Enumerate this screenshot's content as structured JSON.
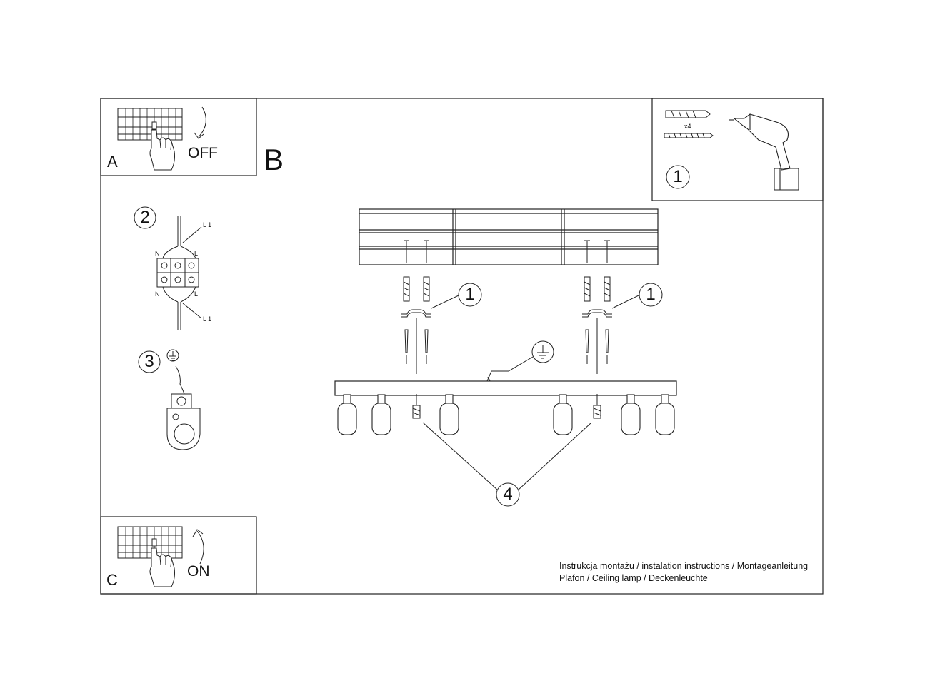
{
  "panels": {
    "a": {
      "letter": "A",
      "switch_label": "OFF"
    },
    "c": {
      "letter": "C",
      "switch_label": "ON"
    },
    "b": {
      "letter": "B"
    }
  },
  "steps": {
    "one": "1",
    "two": "2",
    "three": "3",
    "four": "4"
  },
  "kit": {
    "quantity_label": "x4"
  },
  "wiring": {
    "line_label": "L 1",
    "neutral_label": "N",
    "live_label": "L"
  },
  "footer": {
    "line1": "Instrukcja montażu / instalation instructions / Montageanleitung",
    "line2": "Plafon / Ceiling lamp / Deckenleuchte"
  }
}
